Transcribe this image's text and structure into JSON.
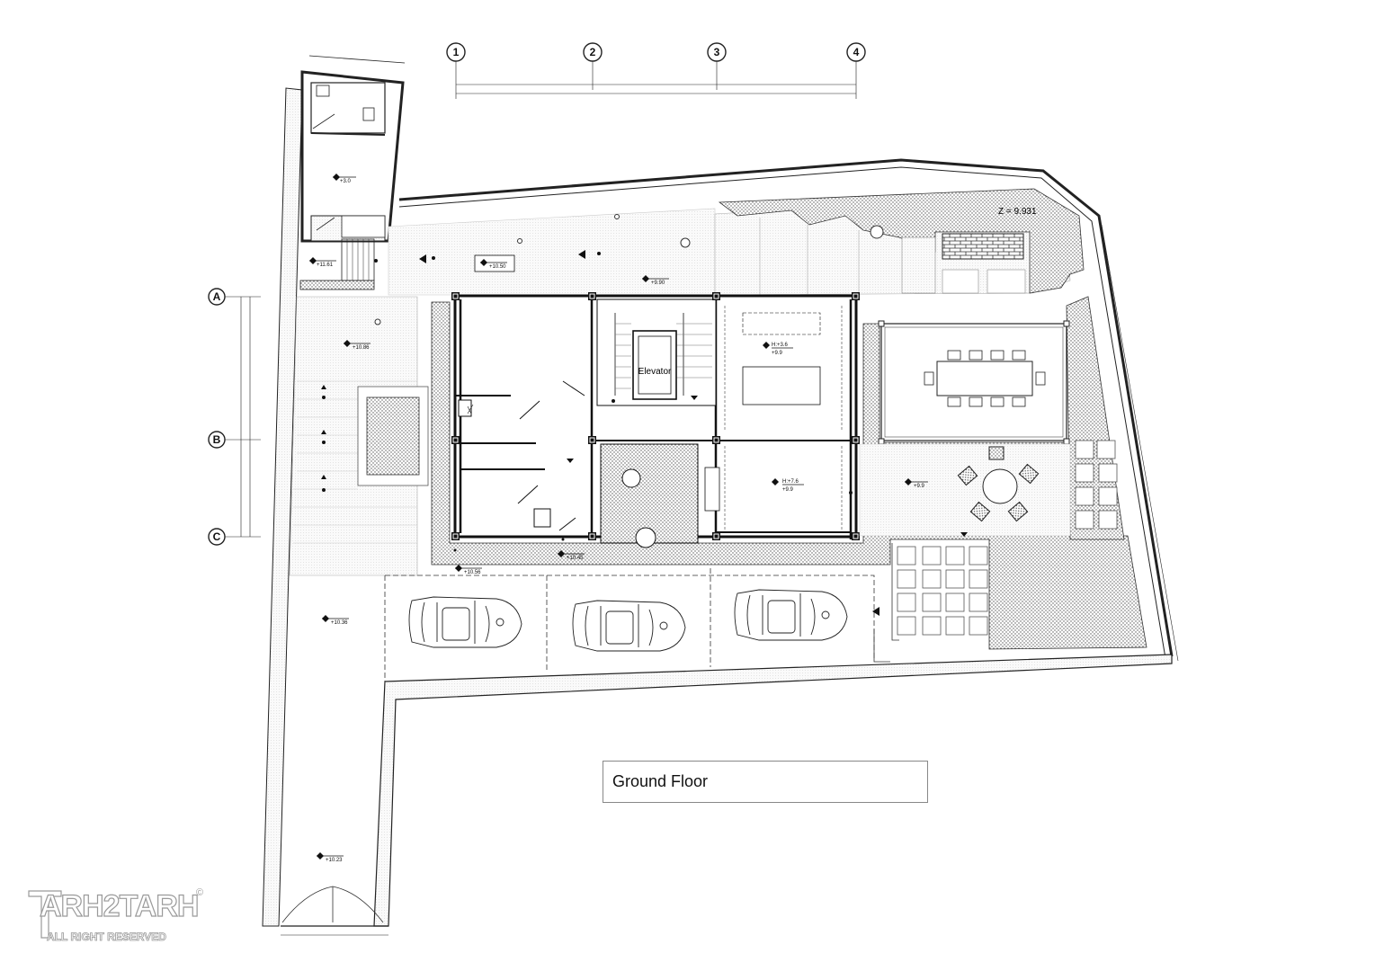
{
  "title": "Ground Floor",
  "elevator_label": "Elevator",
  "z_label": "Z = 9.931",
  "axes": {
    "columns": [
      "1",
      "2",
      "3",
      "4"
    ],
    "rows": [
      "A",
      "B",
      "C"
    ]
  },
  "levels": {
    "top_room": "+3.0",
    "entry_left": "+11.61",
    "top_pad": "+10.50",
    "stair_top": "+9.90",
    "left_court": "+10.86",
    "room_a_h": "H:+3.6",
    "room_a": "+9.9",
    "room_b_h": "H:+7.6",
    "room_b": "+9.9",
    "terrace": "+9.9",
    "front_left": "+10.56",
    "front_mid": "+10.45",
    "parking_left": "+10.36",
    "driveway": "+10.23"
  },
  "watermark": {
    "brand": "ARH2TARH",
    "tagline": "ALL RIGHT RESERVED",
    "symbol": "©"
  }
}
